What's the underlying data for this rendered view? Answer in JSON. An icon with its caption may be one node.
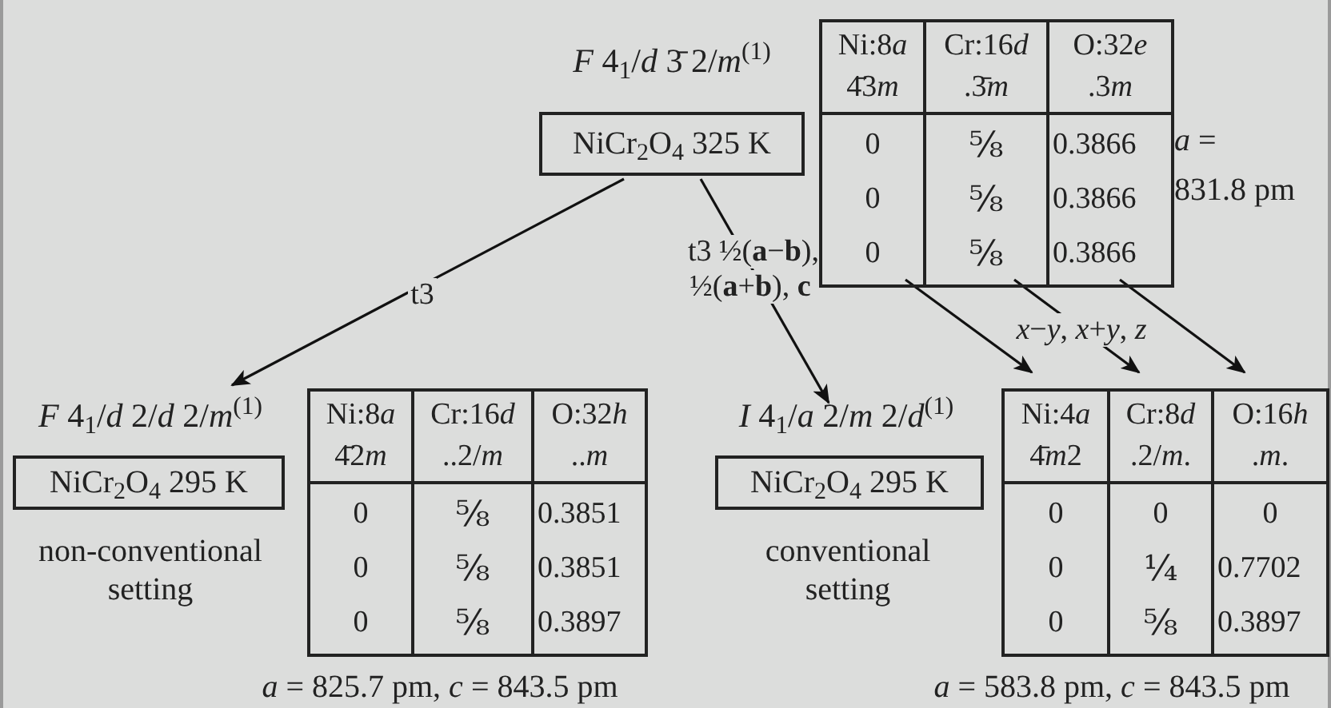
{
  "diagram": {
    "nodes": [
      {
        "text": [
          "*F* 4$_{1}$/*d* 3̄ 2/*m*$^{(1)}$",
          "NiCr$_{2}$O$_{4}$ 325 K"
        ]
      },
      {
        "text": [
          "*F* 4$_{1}$/*d* 2/*d* 2/*m*$^{(1)}$",
          "NiCr$_{2}$O$_{4}$ 295 K"
        ],
        "beside": [
          "non-conventional setting"
        ]
      },
      {
        "text": [
          "*I* 4$_{1}$/*a* 2/*m* 2/*d*$^{(1)}$",
          "NiCr$_{2}$O$_{4}$ 295 K"
        ],
        "beside": [
          "conventional setting"
        ]
      },
      {
        "text": [
          "Ni:8a",
          "4̄3m",
          "0",
          "0",
          "0"
        ]
      },
      {
        "text": [
          "Cr:16d",
          ".3̄m",
          "⅝",
          "⅝",
          "⅝"
        ]
      },
      {
        "text": [
          "O:32e",
          ".3m",
          "0.3866",
          "0.3866",
          "0.3866"
        ]
      },
      {
        "text": [
          "Ni:8a",
          "4̄2m",
          "0",
          "0",
          "0"
        ]
      },
      {
        "text": [
          "Cr:16d",
          "..2/m",
          "⅝",
          "⅝",
          "⅝"
        ]
      },
      {
        "text": [
          "O:32h",
          "..m",
          "0.3851",
          "0.3851",
          "0.3897"
        ]
      },
      {
        "text": [
          "Ni:4a",
          "4̄m2",
          "0",
          "0",
          "0"
        ]
      },
      {
        "text": [
          "Cr:8d",
          ".2/m.",
          "0",
          "¼",
          "⅝"
        ]
      },
      {
        "text": [
          "O:16h",
          ".m.",
          "0",
          "0.7702",
          "0.3897"
        ]
      }
    ],
    "edges": [
      {
        "from": 0,
        "to": 1,
        "arrow": "to",
        "label": "t3"
      },
      {
        "from": 0,
        "to": 2,
        "arrow": "to",
        "label": "t3 ½(**a**−**b**), ½(**a**+**b**), **c**"
      },
      {
        "from": 3,
        "to": 9,
        "arrow": "to"
      },
      {
        "from": 4,
        "to": 10,
        "arrow": "to",
        "label": "*x*−*y*, *x*+*y*, *z*"
      },
      {
        "from": 5,
        "to": 11,
        "arrow": "to"
      }
    ],
    "labels": [
      "*a* =",
      "831.8 pm",
      "*a* = 825.7 pm, *c* = 843.5 pm",
      "*a* = 583.8 pm, *c* = 843.5 pm"
    ]
  }
}
